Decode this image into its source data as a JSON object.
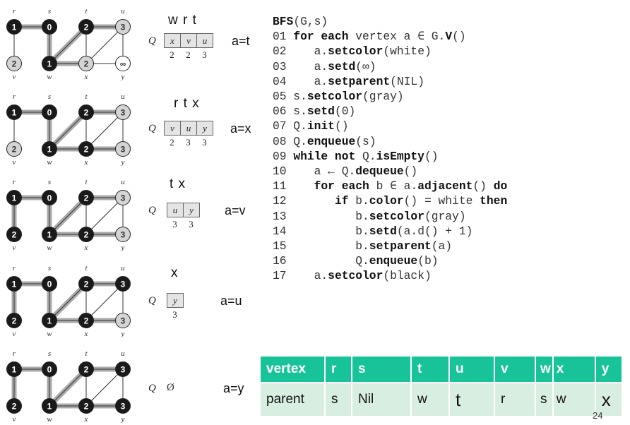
{
  "vertex_labels": {
    "r": "r",
    "s": "s",
    "t": "t",
    "u": "u",
    "v": "v",
    "w": "w",
    "x": "x",
    "y": "y"
  },
  "graphs": [
    {
      "values": {
        "r": "1",
        "s": "0",
        "t": "2",
        "u": "3",
        "v": "2",
        "w": "1",
        "x": "2",
        "y": "∞"
      },
      "colors": {
        "r": "black",
        "s": "black",
        "t": "black",
        "u": "gray",
        "v": "gray",
        "w": "black",
        "x": "gray",
        "y": "white"
      },
      "tree_edges": [
        "r-s",
        "s-w",
        "w-t",
        "w-x",
        "t-u"
      ]
    },
    {
      "values": {
        "r": "1",
        "s": "0",
        "t": "2",
        "u": "3",
        "v": "2",
        "w": "1",
        "x": "2",
        "y": "3"
      },
      "colors": {
        "r": "black",
        "s": "black",
        "t": "black",
        "u": "gray",
        "v": "gray",
        "w": "black",
        "x": "black",
        "y": "gray"
      },
      "tree_edges": [
        "r-s",
        "s-w",
        "w-t",
        "w-x",
        "t-u",
        "x-y"
      ]
    },
    {
      "values": {
        "r": "1",
        "s": "0",
        "t": "2",
        "u": "3",
        "v": "2",
        "w": "1",
        "x": "2",
        "y": "3"
      },
      "colors": {
        "r": "black",
        "s": "black",
        "t": "black",
        "u": "gray",
        "v": "black",
        "w": "black",
        "x": "black",
        "y": "gray"
      },
      "tree_edges": [
        "r-s",
        "r-v",
        "s-w",
        "w-t",
        "w-x",
        "t-u",
        "x-y"
      ]
    },
    {
      "values": {
        "r": "1",
        "s": "0",
        "t": "2",
        "u": "3",
        "v": "2",
        "w": "1",
        "x": "2",
        "y": "3"
      },
      "colors": {
        "r": "black",
        "s": "black",
        "t": "black",
        "u": "black",
        "v": "black",
        "w": "black",
        "x": "black",
        "y": "gray"
      },
      "tree_edges": [
        "r-s",
        "r-v",
        "s-w",
        "w-t",
        "w-x",
        "t-u",
        "x-y"
      ]
    },
    {
      "values": {
        "r": "1",
        "s": "0",
        "t": "2",
        "u": "3",
        "v": "2",
        "w": "1",
        "x": "2",
        "y": "3"
      },
      "colors": {
        "r": "black",
        "s": "black",
        "t": "black",
        "u": "black",
        "v": "black",
        "w": "black",
        "x": "black",
        "y": "black"
      },
      "tree_edges": [
        "r-s",
        "r-v",
        "s-w",
        "w-t",
        "w-x",
        "t-u",
        "x-y"
      ]
    }
  ],
  "queues": [
    {
      "header": "w r t",
      "label": "Q",
      "cells": [
        "x",
        "v",
        "u"
      ],
      "distances": [
        "2",
        "2",
        "3"
      ],
      "a": "a=t"
    },
    {
      "header": "r t x",
      "label": "Q",
      "cells": [
        "v",
        "u",
        "y"
      ],
      "distances": [
        "2",
        "3",
        "3"
      ],
      "a": "a=x"
    },
    {
      "header": "t x",
      "label": "Q",
      "cells": [
        "u",
        "y"
      ],
      "distances": [
        "3",
        "3"
      ],
      "a": "a=v"
    },
    {
      "header": "x",
      "label": "Q",
      "cells": [
        "y"
      ],
      "distances": [
        "3"
      ],
      "a": "a=u"
    },
    {
      "header": "",
      "label": "Q",
      "empty": "Ø",
      "cells": [],
      "distances": [],
      "a": "a=y"
    }
  ],
  "code": [
    [
      {
        "t": "BFS",
        "b": true
      },
      {
        "t": "(G,s)"
      }
    ],
    [
      {
        "t": "01 "
      },
      {
        "t": "for each",
        "b": true
      },
      {
        "t": " vertex a ∈ G."
      },
      {
        "t": "V",
        "b": true
      },
      {
        "t": "()"
      }
    ],
    [
      {
        "t": "02    a."
      },
      {
        "t": "setcolor",
        "b": true
      },
      {
        "t": "(white)"
      }
    ],
    [
      {
        "t": "03    a."
      },
      {
        "t": "setd",
        "b": true
      },
      {
        "t": "(∞)"
      }
    ],
    [
      {
        "t": "04    a."
      },
      {
        "t": "setparent",
        "b": true
      },
      {
        "t": "(NIL)"
      }
    ],
    [
      {
        "t": "05 s."
      },
      {
        "t": "setcolor",
        "b": true
      },
      {
        "t": "(gray)"
      }
    ],
    [
      {
        "t": "06 s."
      },
      {
        "t": "setd",
        "b": true
      },
      {
        "t": "(0)"
      }
    ],
    [
      {
        "t": "07 Q."
      },
      {
        "t": "init",
        "b": true
      },
      {
        "t": "()"
      }
    ],
    [
      {
        "t": "08 Q."
      },
      {
        "t": "enqueue",
        "b": true
      },
      {
        "t": "(s)"
      }
    ],
    [
      {
        "t": "09 "
      },
      {
        "t": "while not",
        "b": true
      },
      {
        "t": " Q."
      },
      {
        "t": "isEmpty",
        "b": true
      },
      {
        "t": "()"
      }
    ],
    [
      {
        "t": "10    a ← Q."
      },
      {
        "t": "dequeue",
        "b": true
      },
      {
        "t": "()"
      }
    ],
    [
      {
        "t": "11    "
      },
      {
        "t": "for each",
        "b": true
      },
      {
        "t": " b ∈ a."
      },
      {
        "t": "adjacent",
        "b": true
      },
      {
        "t": "() "
      },
      {
        "t": "do",
        "b": true
      }
    ],
    [
      {
        "t": "12       "
      },
      {
        "t": "if",
        "b": true
      },
      {
        "t": " b."
      },
      {
        "t": "color",
        "b": true
      },
      {
        "t": "() = white "
      },
      {
        "t": "then",
        "b": true
      }
    ],
    [
      {
        "t": "13          b."
      },
      {
        "t": "setcolor",
        "b": true
      },
      {
        "t": "(gray)"
      }
    ],
    [
      {
        "t": "14          b."
      },
      {
        "t": "setd",
        "b": true
      },
      {
        "t": "(a.d() + 1)"
      }
    ],
    [
      {
        "t": "15          b."
      },
      {
        "t": "setparent",
        "b": true
      },
      {
        "t": "(a)"
      }
    ],
    [
      {
        "t": "16          Q."
      },
      {
        "t": "enqueue",
        "b": true
      },
      {
        "t": "(b)"
      }
    ],
    [
      {
        "t": "17    a."
      },
      {
        "t": "setcolor",
        "b": true
      },
      {
        "t": "(black)"
      }
    ]
  ],
  "parent_table": {
    "header": [
      "vertex",
      "r",
      "s",
      "t",
      "u",
      "v",
      "w",
      "x",
      "y"
    ],
    "values": [
      "parent",
      "s",
      "Nil",
      "w",
      "t",
      "r",
      "s",
      "w",
      "x"
    ]
  },
  "page_number": "24",
  "colors": {
    "accent": "#19c39a",
    "table_row": "#d8eee0",
    "gray_node": "#d4d4d4",
    "black_node": "#1a1a1a"
  }
}
